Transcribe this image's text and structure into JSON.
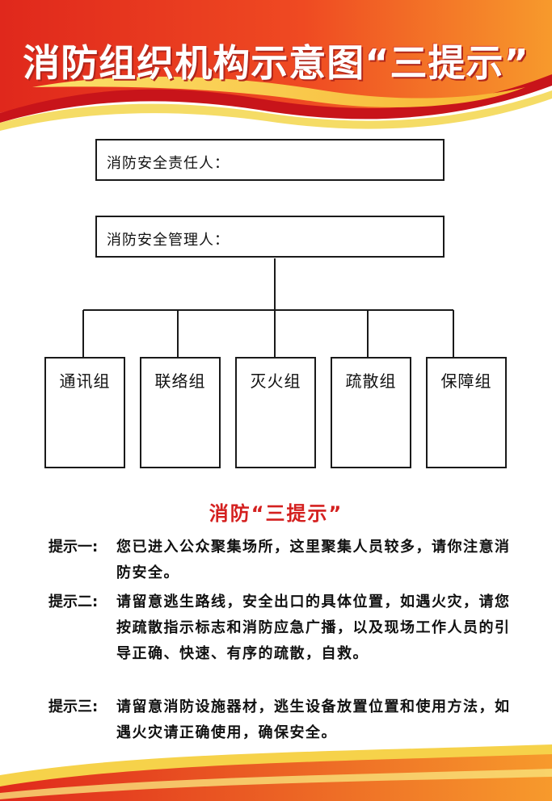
{
  "title": "消防组织机构示意图“三提示”",
  "responsible_person_label": "消防安全责任人：",
  "manager_label": "消防安全管理人：",
  "groups": [
    "通讯组",
    "联络组",
    "灭火组",
    "疏散组",
    "保障组"
  ],
  "tips_heading": "消防“三提示”",
  "tips": [
    {
      "label": "提示一:",
      "text": "您已进入公众聚集场所，这里聚集人员较多，请你注意消防安全。"
    },
    {
      "label": "提示二:",
      "text": "请留意逃生路线，安全出口的具体位置，如遇火灾，请您按疏散指示标志和消防应急广播，以及现场工作人员的引导正确、快速、有序的疏散，自救。"
    },
    {
      "label": "提示三:",
      "text": "请留意消防设施器材，逃生设备放置位置和使用方法，如遇火灾请正确使用，确保安全。"
    }
  ],
  "colors": {
    "banner_red": "#e8321f",
    "banner_orange": "#f7a12a",
    "accent_gold": "#f9d34a",
    "heading_red": "#d4201f"
  }
}
